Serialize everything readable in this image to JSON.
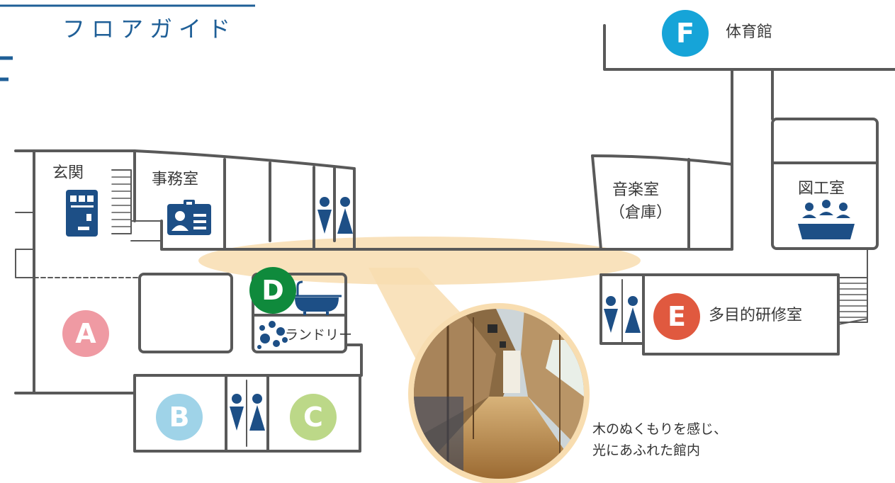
{
  "title": "フロアガイド",
  "rooms": {
    "entrance": "玄関",
    "office": "事務室",
    "music_room": "音楽室",
    "music_room_sub": "（倉庫）",
    "art_room": "図工室",
    "laundry": "ランドリー",
    "multipurpose": "多目的研修室",
    "gym": "体育館"
  },
  "badges": {
    "a": {
      "letter": "A",
      "color": "#ef9aa3"
    },
    "b": {
      "letter": "B",
      "color": "#9fd3e8"
    },
    "c": {
      "letter": "C",
      "color": "#bcd888"
    },
    "d": {
      "letter": "D",
      "color": "#0f8a3c"
    },
    "e": {
      "letter": "E",
      "color": "#e0593f"
    },
    "f": {
      "letter": "F",
      "color": "#16a4d8"
    }
  },
  "caption": {
    "line1": "木のぬくもりを感じ、",
    "line2": "光にあふれた館内"
  },
  "colors": {
    "wall": "#595959",
    "icon": "#1d4f86",
    "title": "#1f5f97",
    "highlight": "#f8ddb0"
  },
  "icons": [
    "vending-machine-icon",
    "id-card-icon",
    "restroom-icon",
    "bathtub-icon",
    "laundry-bubbles-icon",
    "group-meeting-icon"
  ]
}
